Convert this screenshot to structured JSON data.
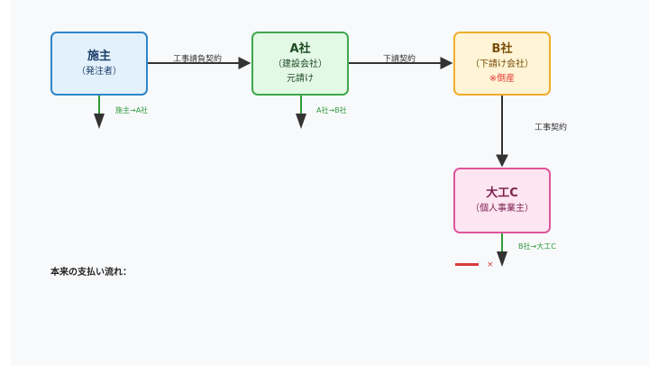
{
  "nodes": {
    "client": {
      "title": "施主",
      "sub": "（発注者）"
    },
    "a": {
      "title": "A社",
      "sub": "（建設会社）",
      "sub2": "元請け"
    },
    "b": {
      "title": "B社",
      "sub": "（下請け会社）",
      "warn": "※倒産"
    },
    "c": {
      "title": "大工C",
      "sub": "（個人事業主）"
    }
  },
  "edges": {
    "client_a": "工事請負契約",
    "a_b": "下請契約",
    "b_c": "工事契約"
  },
  "payments": {
    "client_a": "施主→A社",
    "a_b": "A社→B社",
    "b_c": "B社→大工C"
  },
  "flow_title": "本来の支払い流れ：",
  "legend": {
    "mark": "×"
  },
  "colors": {
    "contract_arrow": "#333333",
    "payment_arrow": "#2e9a3b",
    "broken": "#d93a3a"
  }
}
